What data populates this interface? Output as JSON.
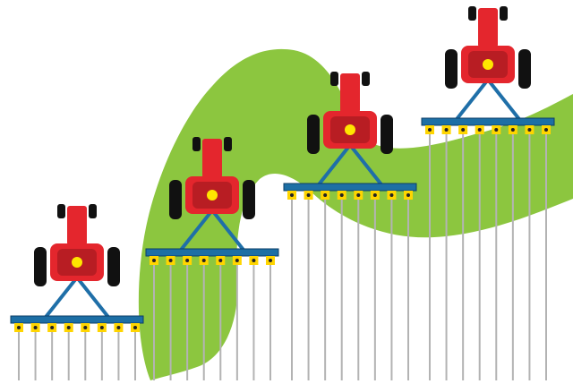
{
  "colors": {
    "background": "#ffffff",
    "field": "#8cc63f",
    "row_line": "#b3b3b3",
    "tractor_body": "#e4262d",
    "tractor_dark": "#b81d23",
    "tire": "#111111",
    "center_dot": "#ffe600",
    "toolbar": "#1d6fa5",
    "toolbar_outline": "#0b3d66",
    "hitch": "#1f6fa8",
    "row_unit": "#ffd500",
    "row_unit_dot": "#222222"
  },
  "tractors": [
    {
      "id": "tractor-1",
      "row_units": 8
    },
    {
      "id": "tractor-2",
      "row_units": 8
    },
    {
      "id": "tractor-3",
      "row_units": 8
    },
    {
      "id": "tractor-4",
      "row_units": 8
    }
  ],
  "icons": {
    "tractor": "tractor-icon",
    "planter": "planter-toolbar-icon",
    "field": "field-area-icon"
  }
}
